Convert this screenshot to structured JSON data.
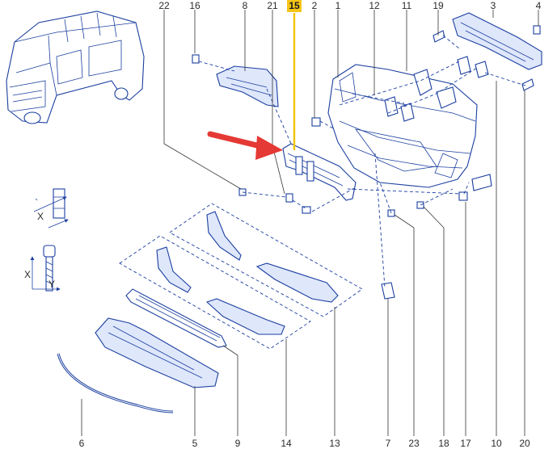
{
  "diagram": {
    "highlighted_callout": "15",
    "highlight_color": "#f5c518",
    "line_color": "#1b3fa0",
    "arrow_color": "#e53935",
    "callouts_top": [
      "22",
      "16",
      "8",
      "21",
      "15",
      "2",
      "1",
      "12",
      "11",
      "19",
      "3",
      "4"
    ],
    "callouts_bottom": [
      "6",
      "5",
      "9",
      "14",
      "13",
      "7",
      "23",
      "18",
      "17",
      "10",
      "20"
    ],
    "axis_labels": {
      "x": "X",
      "y": "Y"
    }
  }
}
